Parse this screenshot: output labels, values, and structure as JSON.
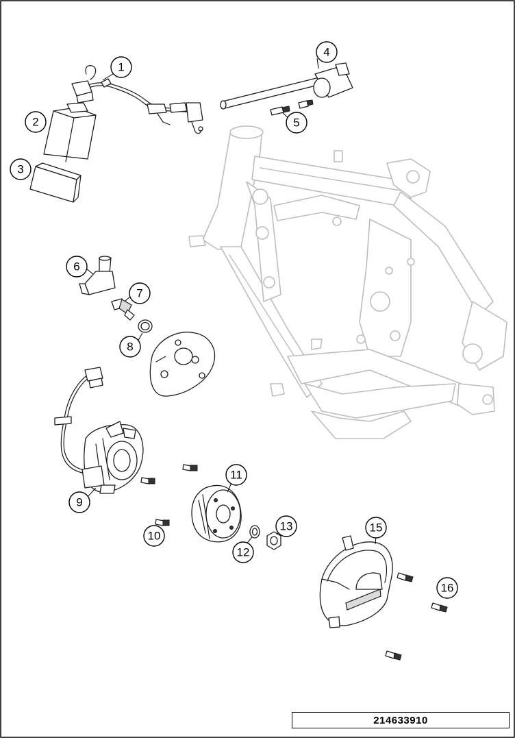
{
  "callouts": [
    {
      "number": "1"
    },
    {
      "number": "2"
    },
    {
      "number": "3"
    },
    {
      "number": "4"
    },
    {
      "number": "5"
    },
    {
      "number": "6"
    },
    {
      "number": "7"
    },
    {
      "number": "8"
    },
    {
      "number": "9"
    },
    {
      "number": "10"
    },
    {
      "number": "11"
    },
    {
      "number": "12"
    },
    {
      "number": "13"
    },
    {
      "number": "15"
    },
    {
      "number": "16"
    }
  ],
  "drawing_code": "214633910"
}
